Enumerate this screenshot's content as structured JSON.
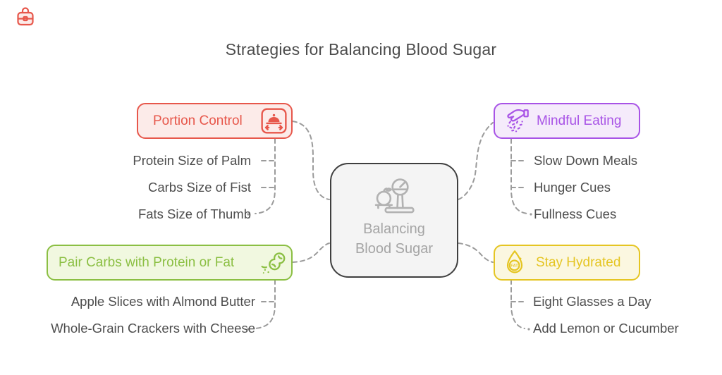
{
  "title": "Strategies for Balancing Blood Sugar",
  "logo_icon": "lunchbox-icon",
  "center": {
    "line1": "Balancing",
    "line2": "Blood Sugar",
    "icon": "scale-with-apple-icon",
    "border_color": "#3f3f3f",
    "bg": "#f4f4f4",
    "text_color": "#a5a5a5"
  },
  "connector_color": "#9b9b9b",
  "branches": [
    {
      "label": "Portion Control",
      "icon": "portion-cloche-icon",
      "color": "#e7574b",
      "bg": "#fcebe9",
      "position": "top-left",
      "items": [
        "Protein Size of Palm",
        "Carbs Size of Fist",
        "Fats Size of Thumb"
      ]
    },
    {
      "label": "Mindful Eating",
      "icon": "hand-sprinkling-icon",
      "color": "#a853e6",
      "bg": "#f5ebfb",
      "position": "top-right",
      "items": [
        "Slow Down Meals",
        "Hunger Cues",
        "Fullness Cues"
      ]
    },
    {
      "label": "Pair Carbs with Protein or Fat",
      "icon": "peanut-icon",
      "color": "#8bbf43",
      "bg": "#f1f8e0",
      "position": "bottom-left",
      "items": [
        "Apple Slices with Almond Butter",
        "Whole-Grain Crackers with Cheese"
      ]
    },
    {
      "label": "Stay Hydrated",
      "icon": "fat-droplet-icon",
      "color": "#e5c522",
      "bg": "#fbf7e0",
      "position": "bottom-right",
      "items": [
        "Eight Glasses a Day",
        "Add Lemon or Cucumber"
      ]
    }
  ]
}
